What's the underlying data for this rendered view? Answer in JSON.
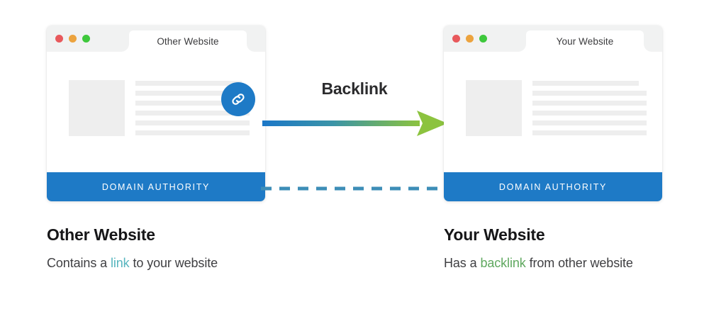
{
  "diagram": {
    "title": "Backlink",
    "connector": {
      "arrow_label": "Backlink",
      "arrow_gradient_start": "#1b77c8",
      "arrow_gradient_mid": "#4f9f8e",
      "arrow_gradient_end": "#8cc33f",
      "dashed_line_color": "#3d8eb7",
      "dashed_line_meaning": "Domain Authority passes between sites"
    },
    "panels": [
      {
        "id": "other-website",
        "tab_label": "Other Website",
        "traffic_lights": [
          "red",
          "amber",
          "green"
        ],
        "traffic_light_colors": [
          "#e8595c",
          "#eca33e",
          "#3ec83c"
        ],
        "content_lines": 6,
        "has_link_badge": true,
        "link_badge_icon": "chain-link-icon",
        "link_badge_color": "#1e7ac6",
        "authority_label": "DOMAIN AUTHORITY",
        "authority_color": "#1e7ac6"
      },
      {
        "id": "your-website",
        "tab_label": "Your Website",
        "traffic_lights": [
          "red",
          "amber",
          "green"
        ],
        "traffic_light_colors": [
          "#e8595c",
          "#eca33e",
          "#3ec83c"
        ],
        "content_lines": 6,
        "has_link_badge": false,
        "authority_label": "DOMAIN AUTHORITY",
        "authority_color": "#1e7ac6"
      }
    ],
    "captions": [
      {
        "id": "other-website-caption",
        "heading": "Other Website",
        "text_before": "Contains a ",
        "highlight": "link",
        "highlight_color": "#56b5be",
        "text_after": " to your website"
      },
      {
        "id": "your-website-caption",
        "heading": "Your Website",
        "text_before": "Has a ",
        "highlight": "backlink",
        "highlight_color": "#5fa85f",
        "text_after": " from other website"
      }
    ]
  }
}
